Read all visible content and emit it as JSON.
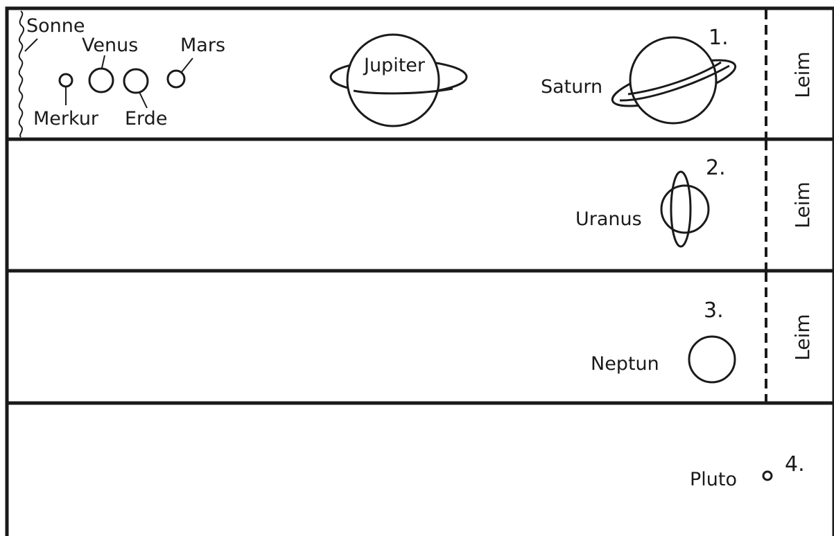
{
  "strips": [
    {
      "number": "1.",
      "glue_label": "Leim",
      "labels": {
        "sun": "Sonne",
        "mercury": "Merkur",
        "venus": "Venus",
        "earth": "Erde",
        "mars": "Mars",
        "jupiter": "Jupiter",
        "saturn": "Saturn"
      }
    },
    {
      "number": "2.",
      "glue_label": "Leim",
      "labels": {
        "uranus": "Uranus"
      }
    },
    {
      "number": "3.",
      "glue_label": "Leim",
      "labels": {
        "neptune": "Neptun"
      }
    },
    {
      "number": "4.",
      "labels": {
        "pluto": "Pluto"
      }
    }
  ]
}
